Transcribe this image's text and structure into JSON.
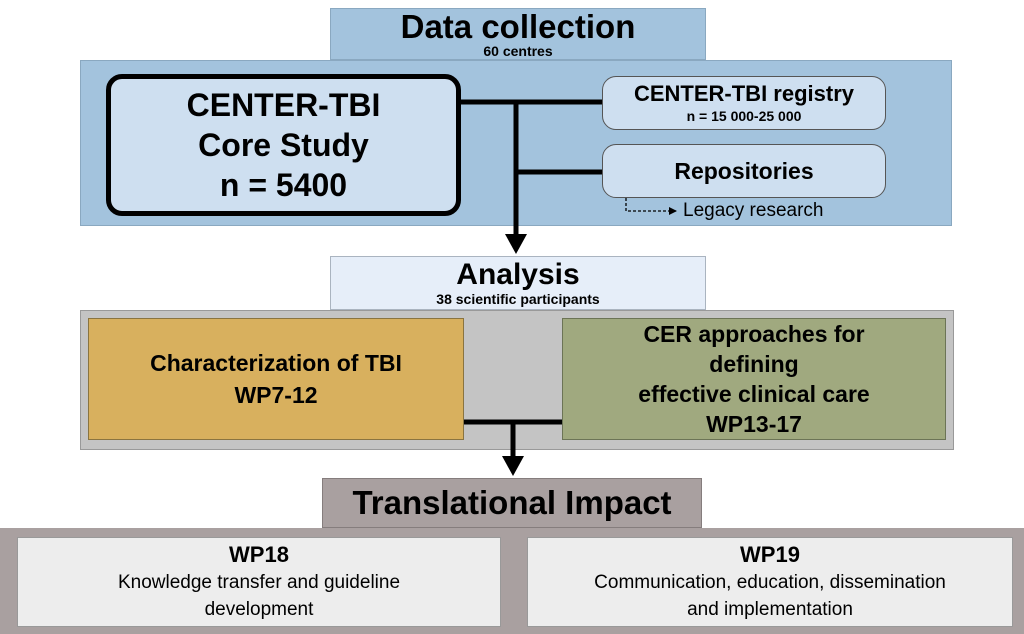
{
  "data_collection": {
    "title": "Data collection",
    "subtitle": "60 centres",
    "core_study": {
      "line1": "CENTER-TBI",
      "line2": "Core Study",
      "line3": "n = 5400"
    },
    "registry": {
      "title": "CENTER-TBI registry",
      "count": "n = 15 000-25 000"
    },
    "repositories": "Repositories",
    "legacy": "Legacy research"
  },
  "analysis": {
    "title": "Analysis",
    "subtitle": "38 scientific participants",
    "characterization": {
      "line1": "Characterization of TBI",
      "line2": "WP7-12"
    },
    "cer": {
      "line1": "CER approaches for",
      "line2": "defining",
      "line3": "effective clinical care",
      "line4": "WP13-17"
    }
  },
  "translational_impact": {
    "title": "Translational Impact",
    "wp18": {
      "title": "WP18",
      "line1": "Knowledge transfer and guideline",
      "line2": "development"
    },
    "wp19": {
      "title": "WP19",
      "line1": "Communication, education, dissemination",
      "line2": "and implementation"
    }
  },
  "colors": {
    "data_collection_fill": "#a3c3dd",
    "inner_box_fill": "#cedff0",
    "analysis_title_fill": "#e6eef9",
    "analysis_panel_fill": "#c4c4c4",
    "characterization_fill": "#d8b05e",
    "cer_fill": "#a0a97f",
    "impact_fill": "#a9a0a0",
    "wp_box_fill": "#ededed"
  }
}
